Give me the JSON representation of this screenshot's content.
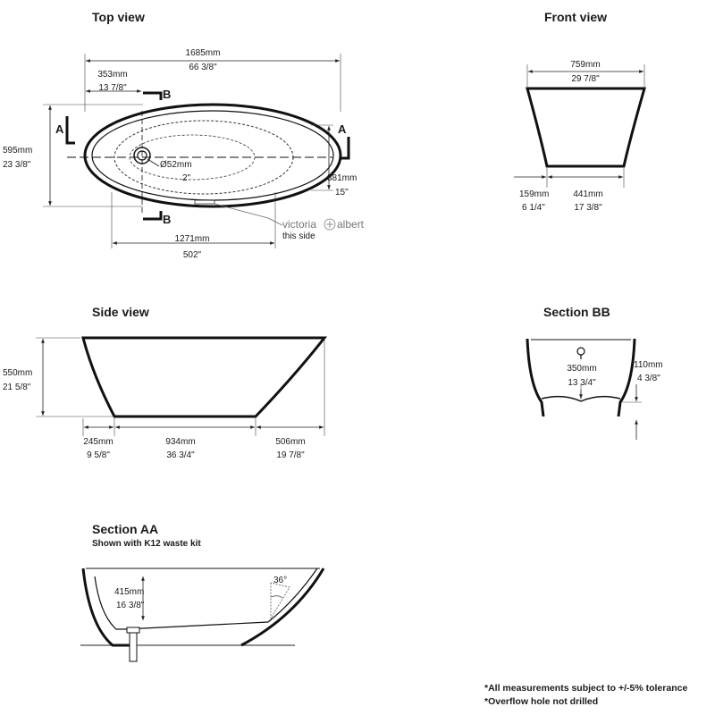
{
  "views": {
    "top": {
      "title": "Top view",
      "length_mm": "1685mm",
      "length_in": "66 3/8\"",
      "offset_mm": "353mm",
      "offset_in": "13 7/8\"",
      "width_mm": "595mm",
      "width_in": "23 3/8\"",
      "waste_dia_mm": "Ø52mm",
      "waste_dia_in": "2\"",
      "inner_width_mm": "381mm",
      "inner_width_in": "15\"",
      "inner_length_mm": "1271mm",
      "inner_length_in": "502\"",
      "section_a": "A",
      "section_b": "B",
      "brand_left": "victoria",
      "brand_right": "albert",
      "this_side": "this side"
    },
    "front": {
      "title": "Front view",
      "top_mm": "759mm",
      "top_in": "29 7/8\"",
      "left_mm": "159mm",
      "left_in": "6 1/4\"",
      "base_mm": "441mm",
      "base_in": "17 3/8\""
    },
    "side": {
      "title": "Side view",
      "height_mm": "550mm",
      "height_in": "21 5/8\"",
      "left_mm": "245mm",
      "left_in": "9 5/8\"",
      "base_mm": "934mm",
      "base_in": "36 3/4\"",
      "right_mm": "506mm",
      "right_in": "19 7/8\""
    },
    "section_bb": {
      "title": "Section BB",
      "inner_mm": "350mm",
      "inner_in": "13 3/4\"",
      "depth_mm": "110mm",
      "depth_in": "4 3/8\""
    },
    "section_aa": {
      "title": "Section AA",
      "subtitle": "Shown with K12 waste kit",
      "depth_mm": "415mm",
      "depth_in": "16 3/8\"",
      "angle": "36°"
    }
  },
  "notes": {
    "tolerance": "*All measurements subject to +/-5% tolerance",
    "overflow": "*Overflow hole not drilled"
  }
}
